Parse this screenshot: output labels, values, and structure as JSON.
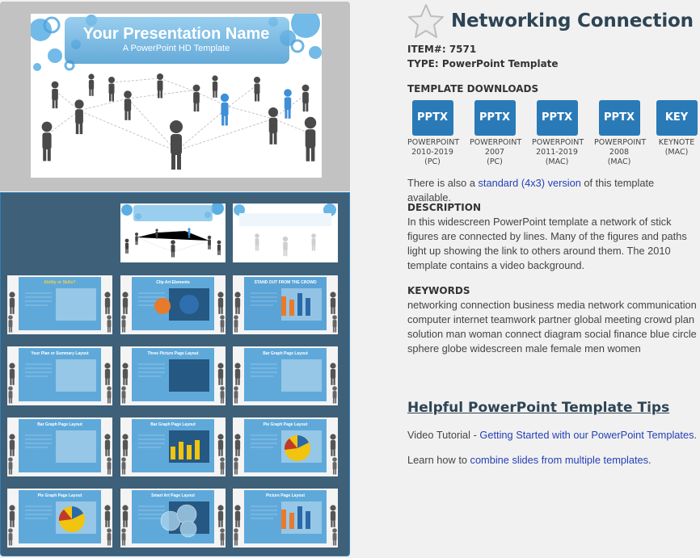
{
  "preview": {
    "slide_title": "Your Presentation Name",
    "slide_subtitle": "A PowerPoint HD Template"
  },
  "thumbnails": [
    {
      "title": ""
    },
    {
      "title": "Animated Animated Content Layout"
    },
    {
      "title": "Ability or Skills?"
    },
    {
      "title": "Clip Art Elements"
    },
    {
      "title": "STAND OUT FROM THE CROWD"
    },
    {
      "title": "Your Plan or Summary Layout"
    },
    {
      "title": "Three Picture Page Layout"
    },
    {
      "title": "Bar Graph Page Layout"
    },
    {
      "title": "Bar Graph Page Layout"
    },
    {
      "title": "Bar Graph Page Layout"
    },
    {
      "title": "Pie Graph Page Layout"
    },
    {
      "title": "Pie Graph Page Layout"
    },
    {
      "title": "Smart Art Page Layout"
    },
    {
      "title": "Picture Page Layout"
    }
  ],
  "header": {
    "title": "Networking Connection",
    "item": "ITEM#: 7571",
    "type": "TYPE: PowerPoint Template"
  },
  "downloads": {
    "heading": "TEMPLATE DOWNLOADS",
    "items": [
      {
        "label": "PPTX",
        "caption": "POWERPOINT\n2010-2019\n(PC)"
      },
      {
        "label": "PPTX",
        "caption": "POWERPOINT\n2007\n(PC)"
      },
      {
        "label": "PPTX",
        "caption": "POWERPOINT\n2011-2019\n(MAC)"
      },
      {
        "label": "PPTX",
        "caption": "POWERPOINT\n2008\n(MAC)"
      },
      {
        "label": "KEY",
        "caption": "KEYNOTE\n(MAC)"
      }
    ]
  },
  "standard": {
    "prefix": "There is also a ",
    "link": "standard (4x3) version",
    "suffix": " of this template available."
  },
  "description": {
    "heading": "DESCRIPTION",
    "text": "In this widescreen PowerPoint template a network of stick figures are connected by lines. Many of the figures and paths light up showing the link to others around them. The 2010 template contains a video background."
  },
  "keywords": {
    "heading": "KEYWORDS",
    "text": "networking connection business media network communication computer internet teamwork partner global meeting crowd plan solution man woman connect diagram social finance blue circle sphere globe widescreen male female men women"
  },
  "tips": {
    "heading": "Helpful PowerPoint Template Tips",
    "video_prefix": "Video Tutorial - ",
    "video_link": "Getting Started with our PowerPoint Templates",
    "video_suffix": ".",
    "combine_prefix": "Learn how to ",
    "combine_link": "combine slides from multiple templates",
    "combine_suffix": "."
  },
  "colors": {
    "accent": "#2a7ab7",
    "title": "#2d4454",
    "link": "#2441b7",
    "thumb_panel": "#3f6079",
    "slide_blue": "#5aa9dd"
  },
  "icons": [
    "star-icon"
  ]
}
